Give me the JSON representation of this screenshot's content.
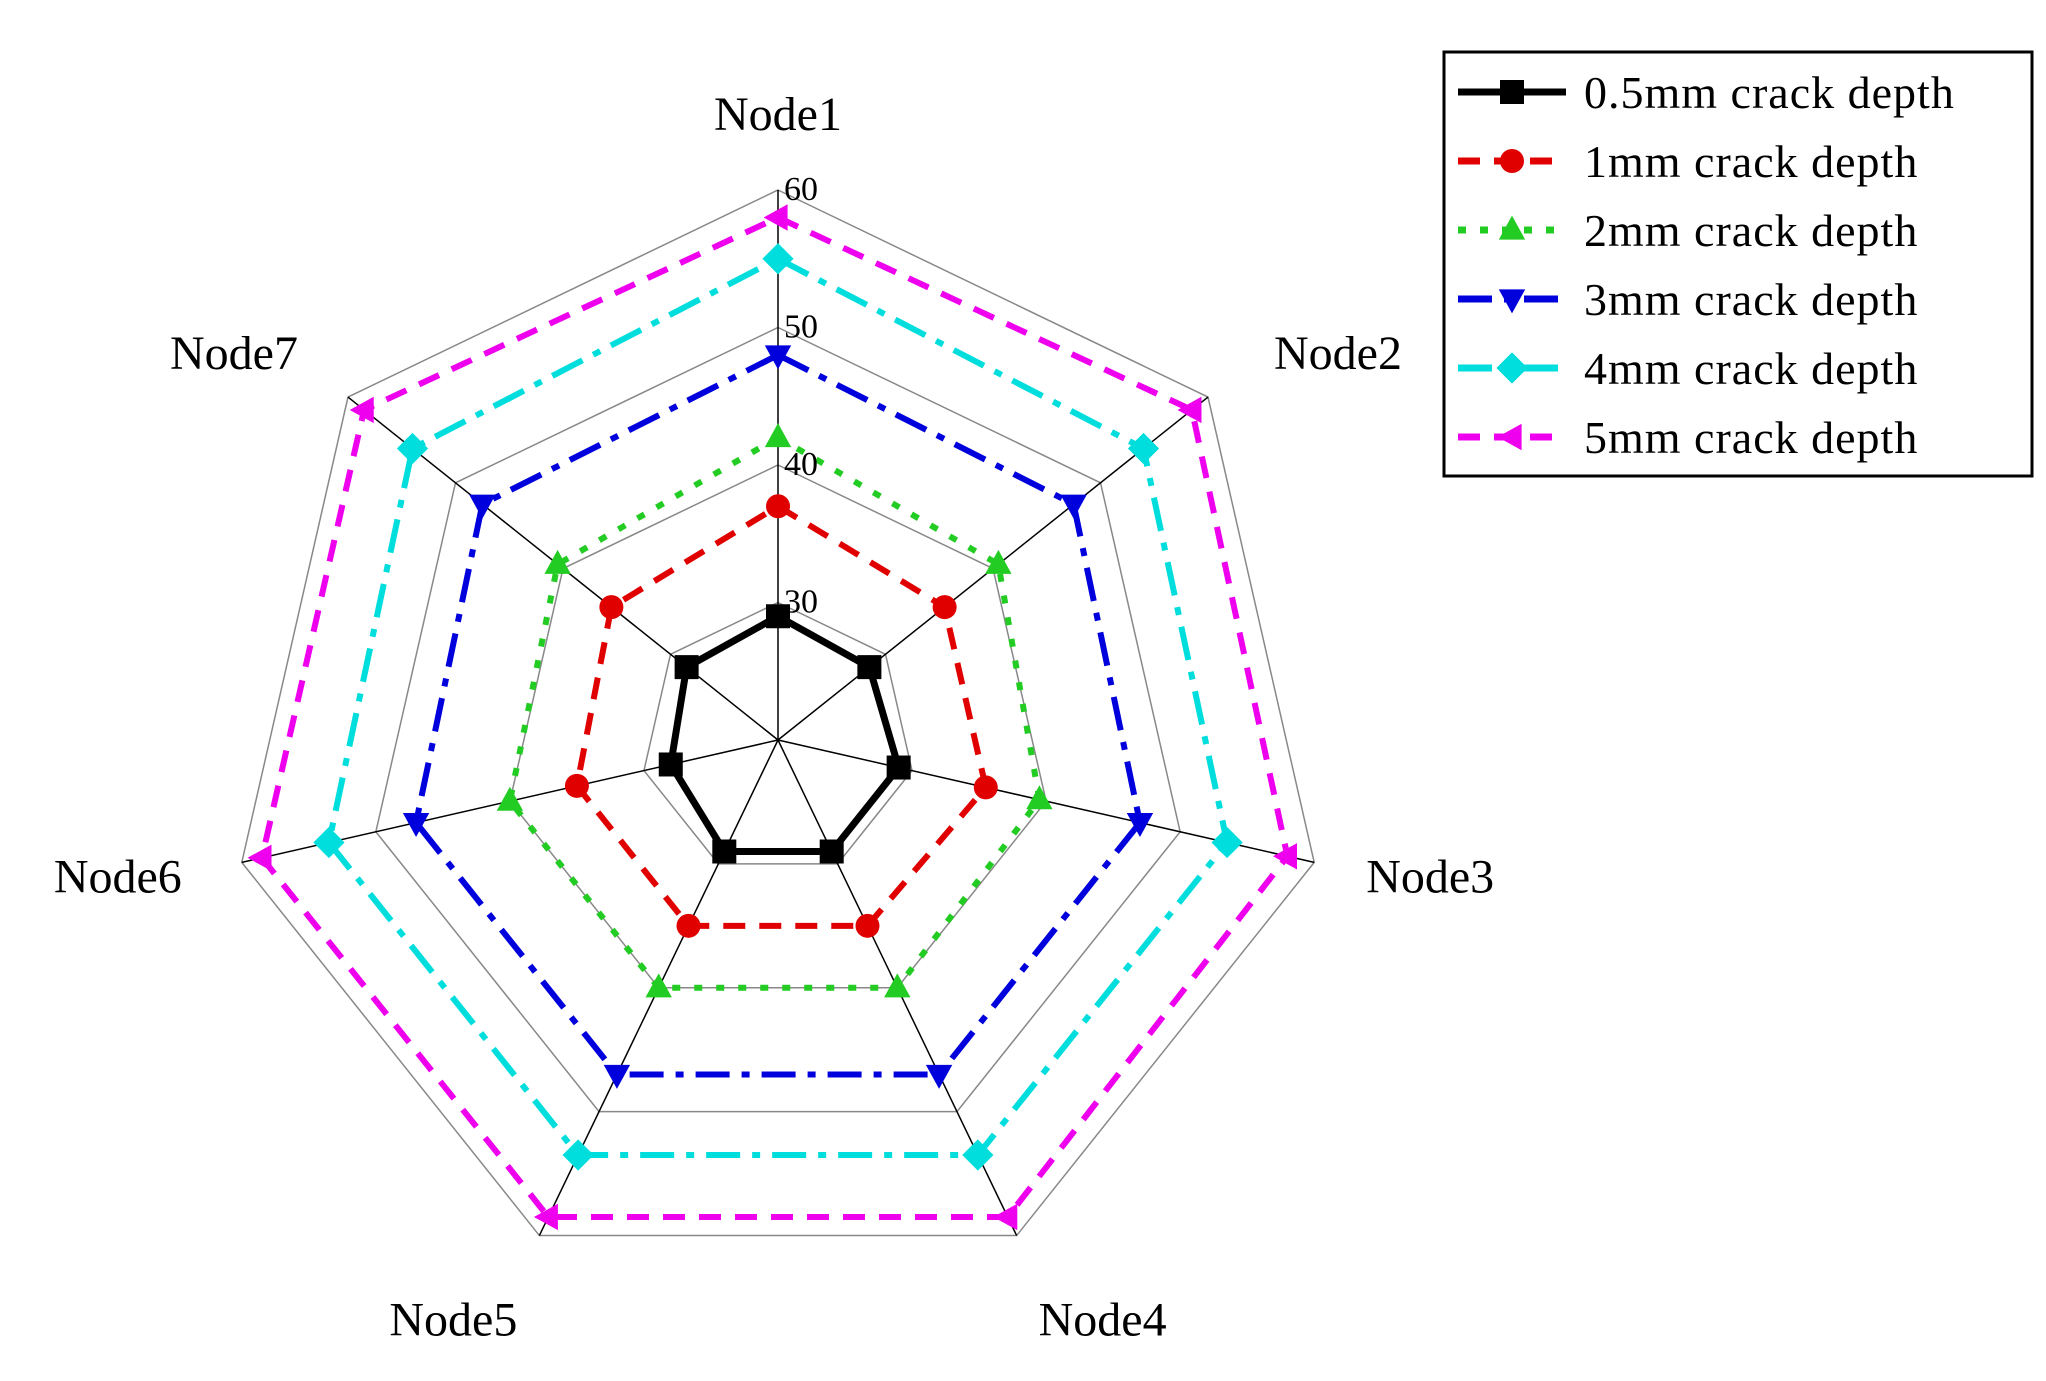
{
  "chart_data": {
    "type": "radar",
    "categories": [
      "Node1",
      "Node2",
      "Node3",
      "Node4",
      "Node5",
      "Node6",
      "Node7"
    ],
    "r_range": [
      20,
      60
    ],
    "r_ticks": [
      30,
      40,
      50,
      60
    ],
    "grid": true,
    "legend_position": "top-right",
    "series": [
      {
        "name": "0.5mm crack depth",
        "color": "#000000",
        "marker": "square",
        "dash": "solid",
        "values": [
          29,
          28.5,
          29,
          29,
          29,
          28,
          28.5
        ]
      },
      {
        "name": "1mm crack depth",
        "color": "#e00000",
        "marker": "circle",
        "dash": "dash",
        "values": [
          37,
          35.5,
          35.5,
          35,
          35,
          35,
          35.5
        ]
      },
      {
        "name": "2mm crack depth",
        "color": "#22cc22",
        "marker": "triangle-up",
        "dash": "dot",
        "values": [
          42,
          40.5,
          39.5,
          40,
          40,
          40,
          40.5
        ]
      },
      {
        "name": "3mm crack depth",
        "color": "#0000dd",
        "marker": "triangle-down",
        "dash": "dashdot",
        "values": [
          48,
          47.5,
          47,
          47,
          47,
          47,
          47.5
        ]
      },
      {
        "name": "4mm crack depth",
        "color": "#00dddd",
        "marker": "diamond",
        "dash": "dashdot",
        "values": [
          55,
          54,
          53.5,
          53.5,
          53.5,
          53.5,
          54
        ]
      },
      {
        "name": "5mm crack depth",
        "color": "#ee00ee",
        "marker": "triangle-left",
        "dash": "dash",
        "values": [
          58,
          58.5,
          58,
          58.5,
          58.5,
          58.5,
          58.5
        ]
      }
    ]
  }
}
